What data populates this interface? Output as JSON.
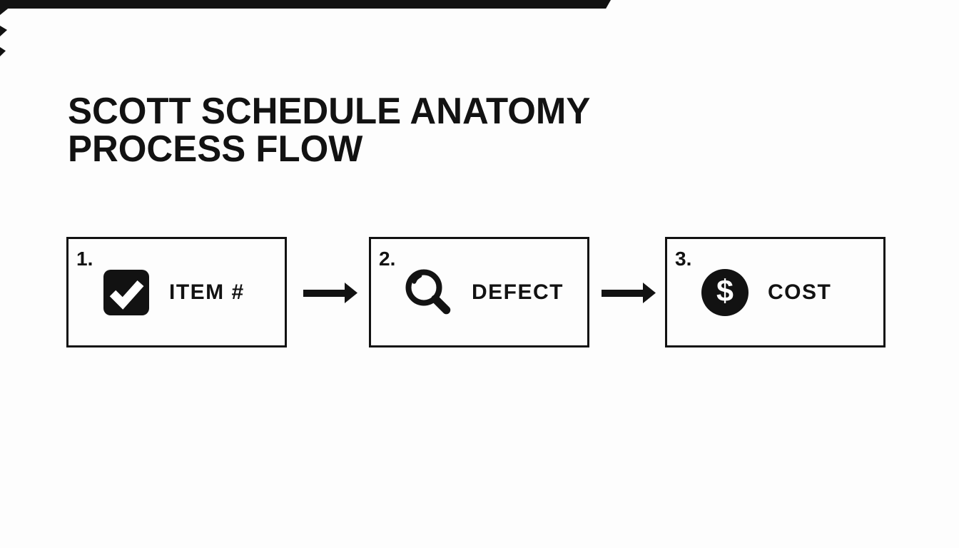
{
  "title": {
    "line1": "SCOTT SCHEDULE ANATOMY",
    "line2": "PROCESS FLOW"
  },
  "steps": [
    {
      "number": "1.",
      "label": "ITEM #",
      "icon": "check-square-icon"
    },
    {
      "number": "2.",
      "label": "DEFECT",
      "icon": "magnifier-icon"
    },
    {
      "number": "3.",
      "label": "COST",
      "icon": "dollar-circle-icon"
    }
  ],
  "icons": {
    "dollar_glyph": "$"
  },
  "colors": {
    "ink": "#121212",
    "bg": "#fdfdfd",
    "icon-white": "#ffffff"
  }
}
